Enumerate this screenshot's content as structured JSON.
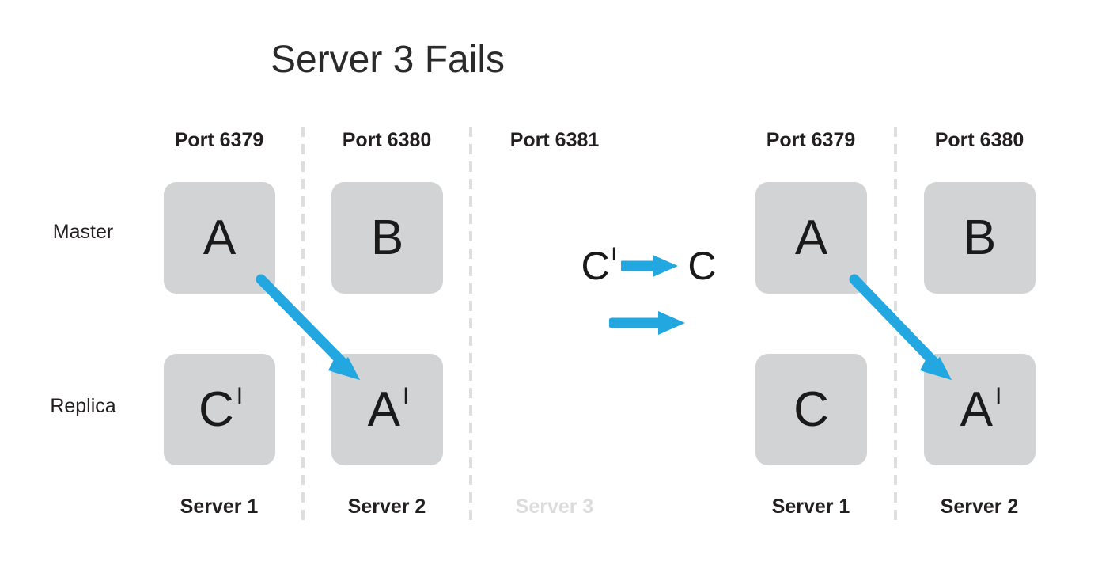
{
  "title": "Server 3 Fails",
  "colors": {
    "arrow": "#22a7e0",
    "node_fill": "#d2d3d4",
    "text": "#231f20",
    "faded_text": "#dcdcdc",
    "divider": "#dedede",
    "background": "#ffffff"
  },
  "rows": {
    "master_label": "Master",
    "replica_label": "Replica"
  },
  "left_group": {
    "columns": [
      {
        "port": "Port 6379",
        "server": "Server 1",
        "faded": false,
        "master": {
          "letter": "A",
          "prime": ""
        },
        "replica": {
          "letter": "C",
          "prime": "I"
        }
      },
      {
        "port": "Port 6380",
        "server": "Server 2",
        "faded": false,
        "master": {
          "letter": "B",
          "prime": ""
        },
        "replica": {
          "letter": "A",
          "prime": "I"
        }
      },
      {
        "port": "Port 6381",
        "server": "Server 3",
        "faded": true,
        "master": null,
        "replica": null
      }
    ]
  },
  "right_group": {
    "columns": [
      {
        "port": "Port 6379",
        "server": "Server 1",
        "faded": false,
        "master": {
          "letter": "A",
          "prime": ""
        },
        "replica": {
          "letter": "C",
          "prime": ""
        }
      },
      {
        "port": "Port 6380",
        "server": "Server 2",
        "faded": false,
        "master": {
          "letter": "B",
          "prime": ""
        },
        "replica": {
          "letter": "A",
          "prime": "I"
        }
      }
    ]
  },
  "legend": {
    "row1_from_letter": "C",
    "row1_from_prime": "I",
    "row1_to_letter": "C",
    "row1_arrow": "promotion-arrow",
    "row2_arrow": "transition-arrow"
  },
  "promotion_arrows": [
    {
      "name": "left-promotion-arrow",
      "from": "Server 1 Master A",
      "to": "Server 2 Replica A'"
    },
    {
      "name": "right-promotion-arrow",
      "from": "Server 1 Master A",
      "to": "Server 2 Replica A'"
    }
  ]
}
